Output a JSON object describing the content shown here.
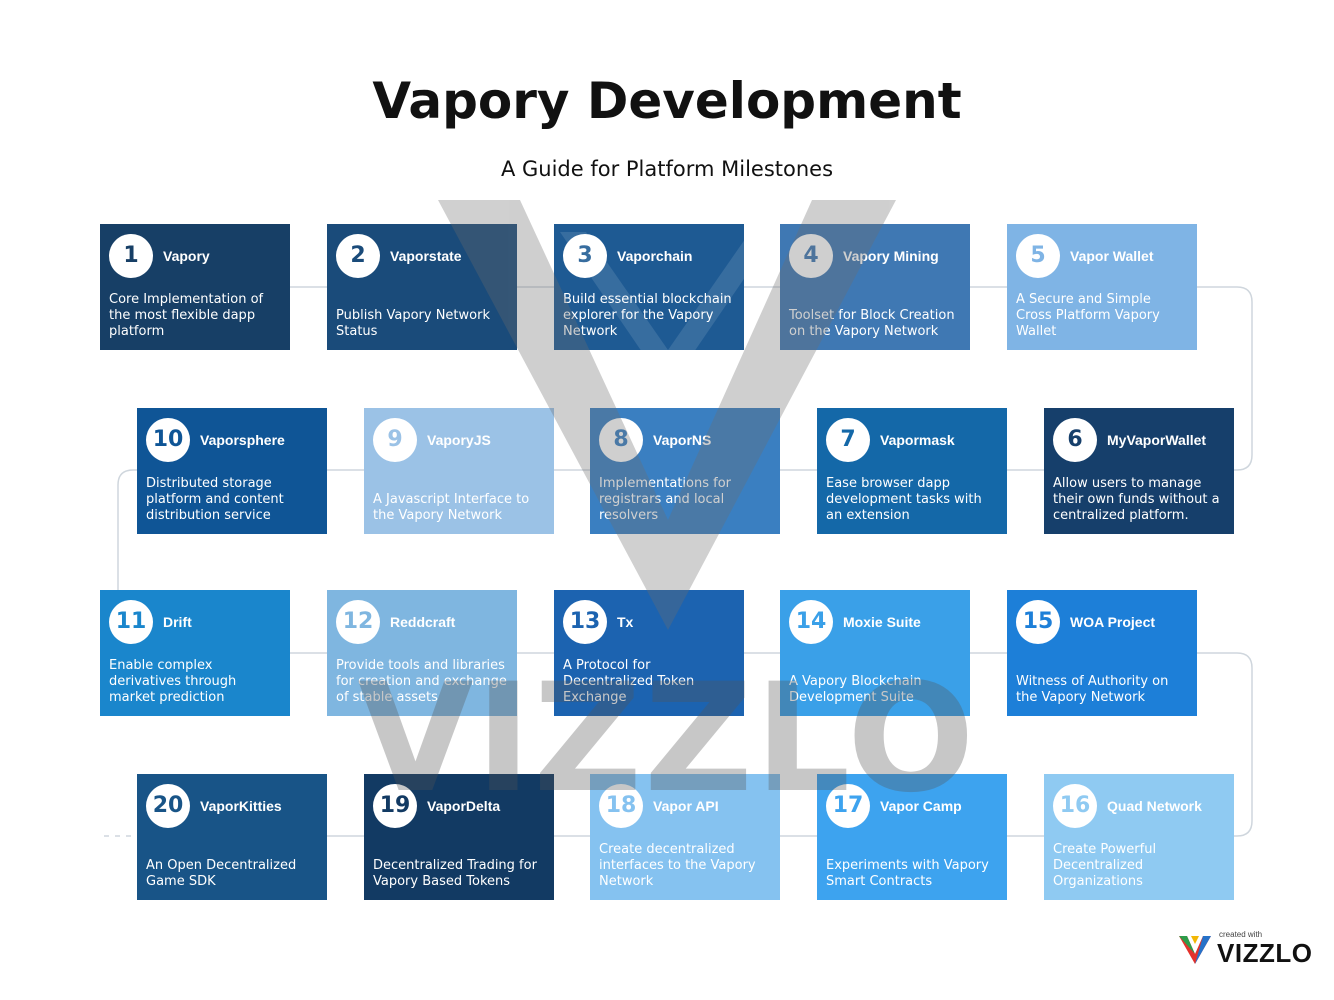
{
  "header": {
    "title": "Vapory Development",
    "subtitle": "A Guide for Platform Milestones"
  },
  "milestones": [
    {
      "number": "1",
      "name": "Vapory",
      "description": "Core Implementation of the most flexible dapp platform",
      "color": "#173f66"
    },
    {
      "number": "2",
      "name": "Vaporstate",
      "description": "Publish Vapory Network Status",
      "color": "#1a4b7a"
    },
    {
      "number": "3",
      "name": "Vaporchain",
      "description": "Build essential blockchain explorer for the Vapory Network",
      "color": "#1e5a93"
    },
    {
      "number": "4",
      "name": "Vapory Mining",
      "description": "Toolset for Block Creation on the Vapory Network",
      "color": "#3f78b3"
    },
    {
      "number": "5",
      "name": "Vapor Wallet",
      "description": "A Secure and Simple Cross Platform Vapory Wallet",
      "color": "#7fb4e5"
    },
    {
      "number": "6",
      "name": "MyVaporWallet",
      "description": "Allow users to manage their own funds without a centralized platform.",
      "color": "#163f6b"
    },
    {
      "number": "7",
      "name": "Vapormask",
      "description": "Ease browser dapp development tasks with an extension",
      "color": "#1468a8"
    },
    {
      "number": "8",
      "name": "VaporNS",
      "description": "Implementations for registrars and local resolvers",
      "color": "#3a7fc1"
    },
    {
      "number": "9",
      "name": "VaporyJS",
      "description": "A Javascript Interface to the Vapory Network",
      "color": "#9bc2e6"
    },
    {
      "number": "10",
      "name": "Vaporsphere",
      "description": "Distributed storage platform and content distribution service",
      "color": "#0f5596"
    },
    {
      "number": "11",
      "name": "Drift",
      "description": "Enable complex derivatives through market prediction",
      "color": "#1a86cc"
    },
    {
      "number": "12",
      "name": "Reddcraft",
      "description": "Provide tools and libraries for creation and exchange of stable assets",
      "color": "#7fb6e0"
    },
    {
      "number": "13",
      "name": "Tx",
      "description": "A Protocol for Decentralized Token Exchange",
      "color": "#1c63b0"
    },
    {
      "number": "14",
      "name": "Moxie Suite",
      "description": "A Vapory Blockchain Development Suite",
      "color": "#3aa0e8"
    },
    {
      "number": "15",
      "name": "WOA Project",
      "description": "Witness of Authority on the Vapory Network",
      "color": "#1d7fd8"
    },
    {
      "number": "16",
      "name": "Quad Network",
      "description": "Create Powerful Decentralized Organizations",
      "color": "#8fcaf2"
    },
    {
      "number": "17",
      "name": "Vapor Camp",
      "description": "Experiments with Vapory Smart Contracts",
      "color": "#3da3ef"
    },
    {
      "number": "18",
      "name": "Vapor API",
      "description": "Create decentralized interfaces to the Vapory Network",
      "color": "#85c2f0"
    },
    {
      "number": "19",
      "name": "VaporDelta",
      "description": "Decentralized Trading for Vapory Based Tokens",
      "color": "#123a63"
    },
    {
      "number": "20",
      "name": "VaporKitties",
      "description": "An Open Decentralized Game SDK",
      "color": "#185487"
    }
  ],
  "watermark": {
    "text": "VIZZLO"
  },
  "branding": {
    "small_text": "created with",
    "name": "VIZZLO"
  }
}
